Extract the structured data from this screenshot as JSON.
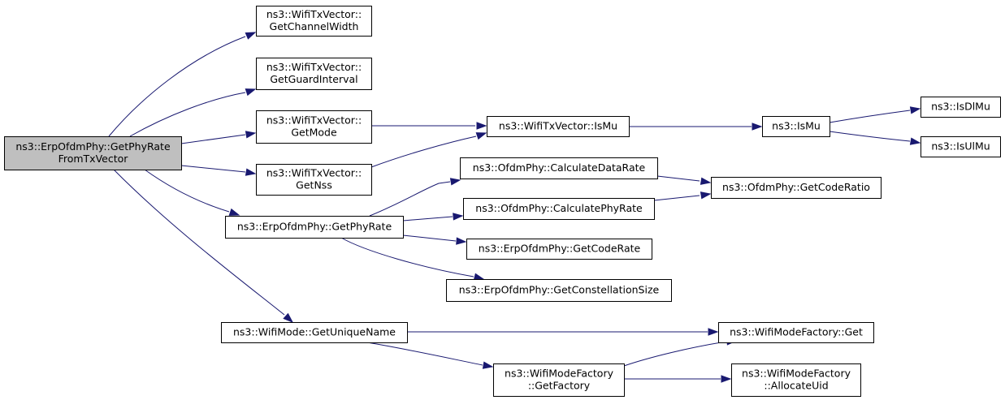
{
  "graph": {
    "nodes": [
      {
        "id": "root",
        "lines": [
          "ns3::ErpOfdmPhy::GetPhyRate",
          "FromTxVector"
        ],
        "highlighted": true
      },
      {
        "id": "chw",
        "lines": [
          "ns3::WifiTxVector::",
          "GetChannelWidth"
        ]
      },
      {
        "id": "gi",
        "lines": [
          "ns3::WifiTxVector::",
          "GetGuardInterval"
        ]
      },
      {
        "id": "mode",
        "lines": [
          "ns3::WifiTxVector::",
          "GetMode"
        ]
      },
      {
        "id": "nss",
        "lines": [
          "ns3::WifiTxVector::",
          "GetNss"
        ]
      },
      {
        "id": "gpr",
        "lines": [
          "ns3::ErpOfdmPhy::GetPhyRate"
        ]
      },
      {
        "id": "gun",
        "lines": [
          "ns3::WifiMode::GetUniqueName"
        ]
      },
      {
        "id": "txismu",
        "lines": [
          "ns3::WifiTxVector::IsMu"
        ]
      },
      {
        "id": "cdr",
        "lines": [
          "ns3::OfdmPhy::CalculateDataRate"
        ]
      },
      {
        "id": "cpr",
        "lines": [
          "ns3::OfdmPhy::CalculatePhyRate"
        ]
      },
      {
        "id": "gcr",
        "lines": [
          "ns3::ErpOfdmPhy::GetCodeRate"
        ]
      },
      {
        "id": "gcs",
        "lines": [
          "ns3::ErpOfdmPhy::GetConstellationSize"
        ]
      },
      {
        "id": "wmfget",
        "lines": [
          "ns3::WifiModeFactory::Get"
        ]
      },
      {
        "id": "gfac",
        "lines": [
          "ns3::WifiModeFactory",
          "::GetFactory"
        ]
      },
      {
        "id": "ismu",
        "lines": [
          "ns3::IsMu"
        ]
      },
      {
        "id": "gcratio",
        "lines": [
          "ns3::OfdmPhy::GetCodeRatio"
        ]
      },
      {
        "id": "alloc",
        "lines": [
          "ns3::WifiModeFactory",
          "::AllocateUid"
        ]
      },
      {
        "id": "isdl",
        "lines": [
          "ns3::IsDlMu"
        ]
      },
      {
        "id": "isul",
        "lines": [
          "ns3::IsUlMu"
        ]
      }
    ],
    "edges": [
      {
        "from": "root",
        "to": "chw"
      },
      {
        "from": "root",
        "to": "gi"
      },
      {
        "from": "root",
        "to": "mode"
      },
      {
        "from": "root",
        "to": "nss"
      },
      {
        "from": "root",
        "to": "gpr"
      },
      {
        "from": "root",
        "to": "gun"
      },
      {
        "from": "mode",
        "to": "txismu"
      },
      {
        "from": "nss",
        "to": "txismu"
      },
      {
        "from": "gpr",
        "to": "cdr"
      },
      {
        "from": "gpr",
        "to": "cpr"
      },
      {
        "from": "gpr",
        "to": "gcr"
      },
      {
        "from": "gpr",
        "to": "gcs"
      },
      {
        "from": "gun",
        "to": "wmfget"
      },
      {
        "from": "gun",
        "to": "gfac"
      },
      {
        "from": "txismu",
        "to": "ismu"
      },
      {
        "from": "cdr",
        "to": "gcratio"
      },
      {
        "from": "cpr",
        "to": "gcratio"
      },
      {
        "from": "gfac",
        "to": "wmfget"
      },
      {
        "from": "gfac",
        "to": "alloc"
      },
      {
        "from": "ismu",
        "to": "isdl"
      },
      {
        "from": "ismu",
        "to": "isul"
      }
    ],
    "colors": {
      "edge": "#191970",
      "highlight_fill": "#bfbfbf",
      "node_border": "#000000"
    }
  }
}
